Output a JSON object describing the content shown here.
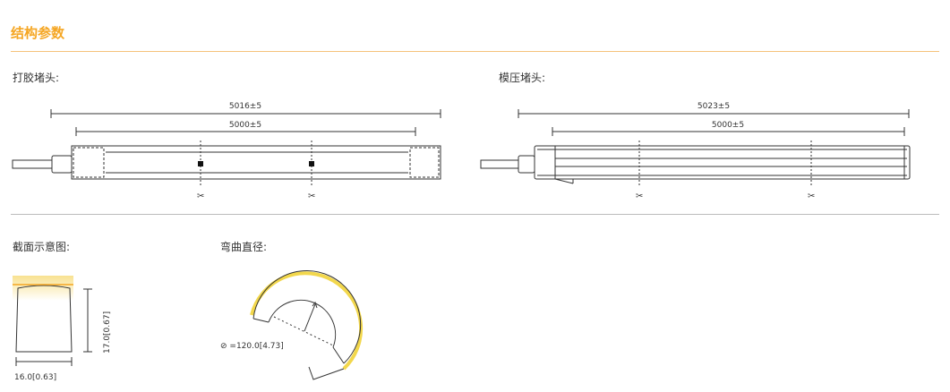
{
  "section": {
    "title": "结构参数"
  },
  "labels": {
    "glue_end": "打胶堵头:",
    "mold_end": "模压堵头:",
    "cross_section": "截面示意图:",
    "bend_diameter": "弯曲直径:"
  },
  "glue_strip": {
    "overall": "5016±5",
    "body": "5000±5"
  },
  "mold_strip": {
    "overall": "5023±5",
    "body": "5000±5"
  },
  "section_dims": {
    "height": "17.0[0.67]",
    "width": "16.0[0.63]"
  },
  "bend": {
    "diameter": "⊘ =120.0[4.73]"
  },
  "colors": {
    "accent": "#F5A623",
    "glow": "#F8E08A"
  }
}
